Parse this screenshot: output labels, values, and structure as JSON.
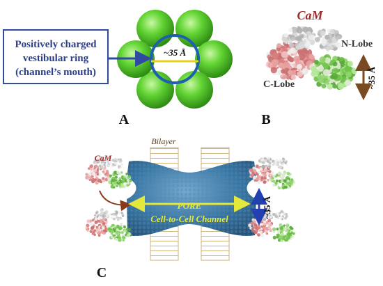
{
  "panel_a": {
    "panel_label": "A",
    "callout_line1": "Positively charged",
    "callout_line2": "vestibular ring",
    "callout_line3": "(channel’s mouth)",
    "diameter_label": "~35 Å"
  },
  "panel_b": {
    "panel_label": "B",
    "title": "CaM",
    "n_lobe": "N-Lobe",
    "c_lobe": "C-Lobe",
    "length_label": "~35 Å"
  },
  "panel_c": {
    "panel_label": "C",
    "cam_label": "CaM",
    "bilayer_label": "Bilayer",
    "pore_label": "PORE",
    "channel_label": "Cell-to-Cell Channel",
    "length_label": "~35 Å"
  },
  "colors": {
    "callout_text": "#2b3f8f",
    "callout_border": "#2f4aa0",
    "ring": "#1f5fb0",
    "sphere": "#5cd12e",
    "diameter_line": "#e8d21a",
    "cam_title": "#a02b2b",
    "arrow_brown": "#7a4a22",
    "pore_yellow": "#e4e83a",
    "channel_blue": "#2f6f9e",
    "bilayer": "#d8c89a",
    "double_arrow_blue": "#2340b0"
  }
}
